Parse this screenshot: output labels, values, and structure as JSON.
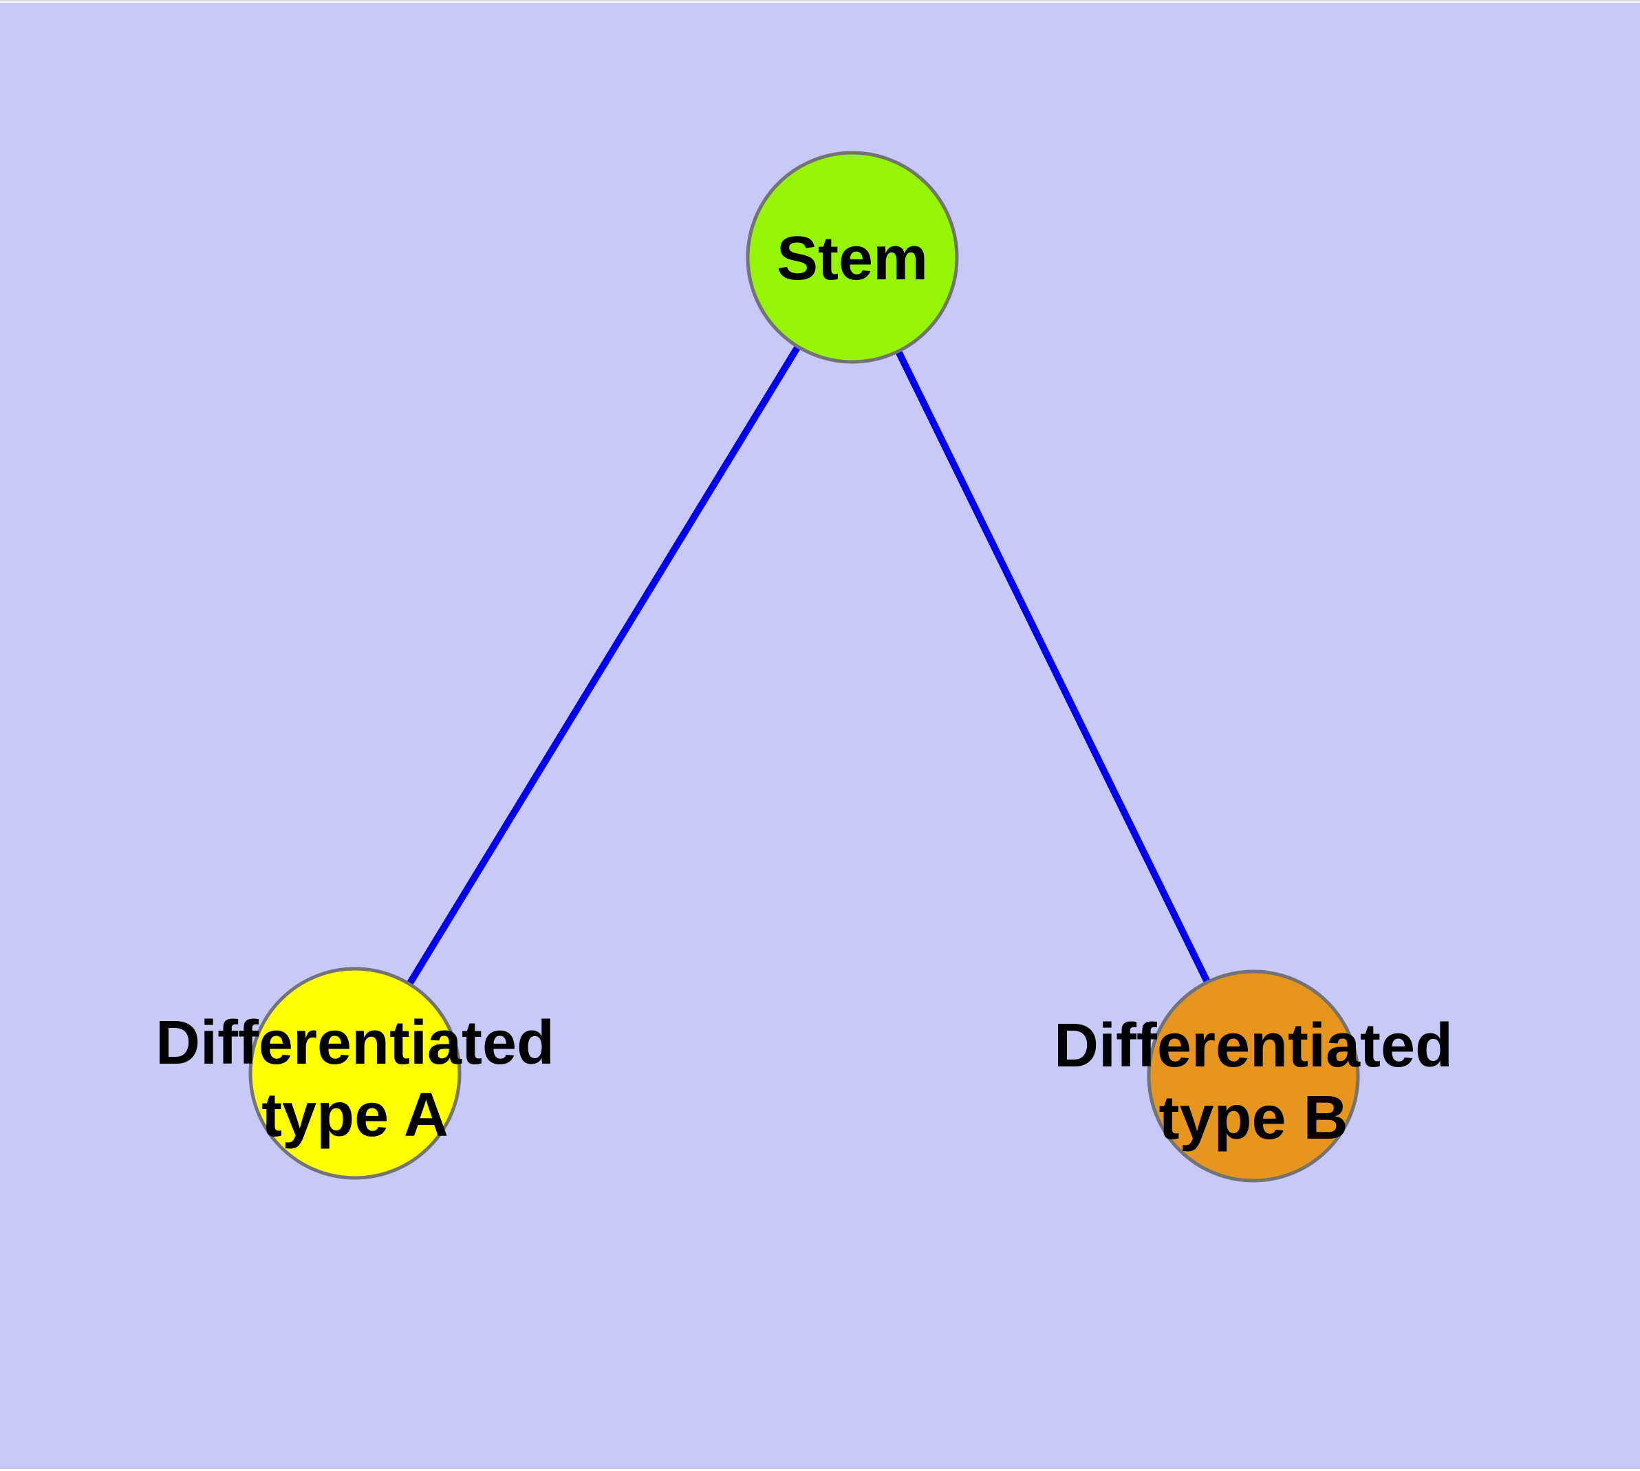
{
  "diagram": {
    "background_color": "#c9c9f7",
    "top_hairline_color": "#d6d6da",
    "edge_color": "#0000ee",
    "node_border_color": "#737373",
    "text_color": "#000000",
    "nodes": [
      {
        "id": "stem",
        "label": "Stem",
        "lines": [
          "Stem"
        ],
        "fill": "#96f505"
      },
      {
        "id": "differentiated-type-a",
        "label": "Differentiated type A",
        "lines": [
          "Differentiated",
          "type A"
        ],
        "fill": "#ffff00"
      },
      {
        "id": "differentiated-type-b",
        "label": "Differentiated type B",
        "lines": [
          "Differentiated",
          "type B"
        ],
        "fill": "#e6961e"
      }
    ],
    "edges": [
      {
        "from": "Stem",
        "to": "Differentiated type A"
      },
      {
        "from": "Stem",
        "to": "Differentiated type B"
      }
    ]
  }
}
